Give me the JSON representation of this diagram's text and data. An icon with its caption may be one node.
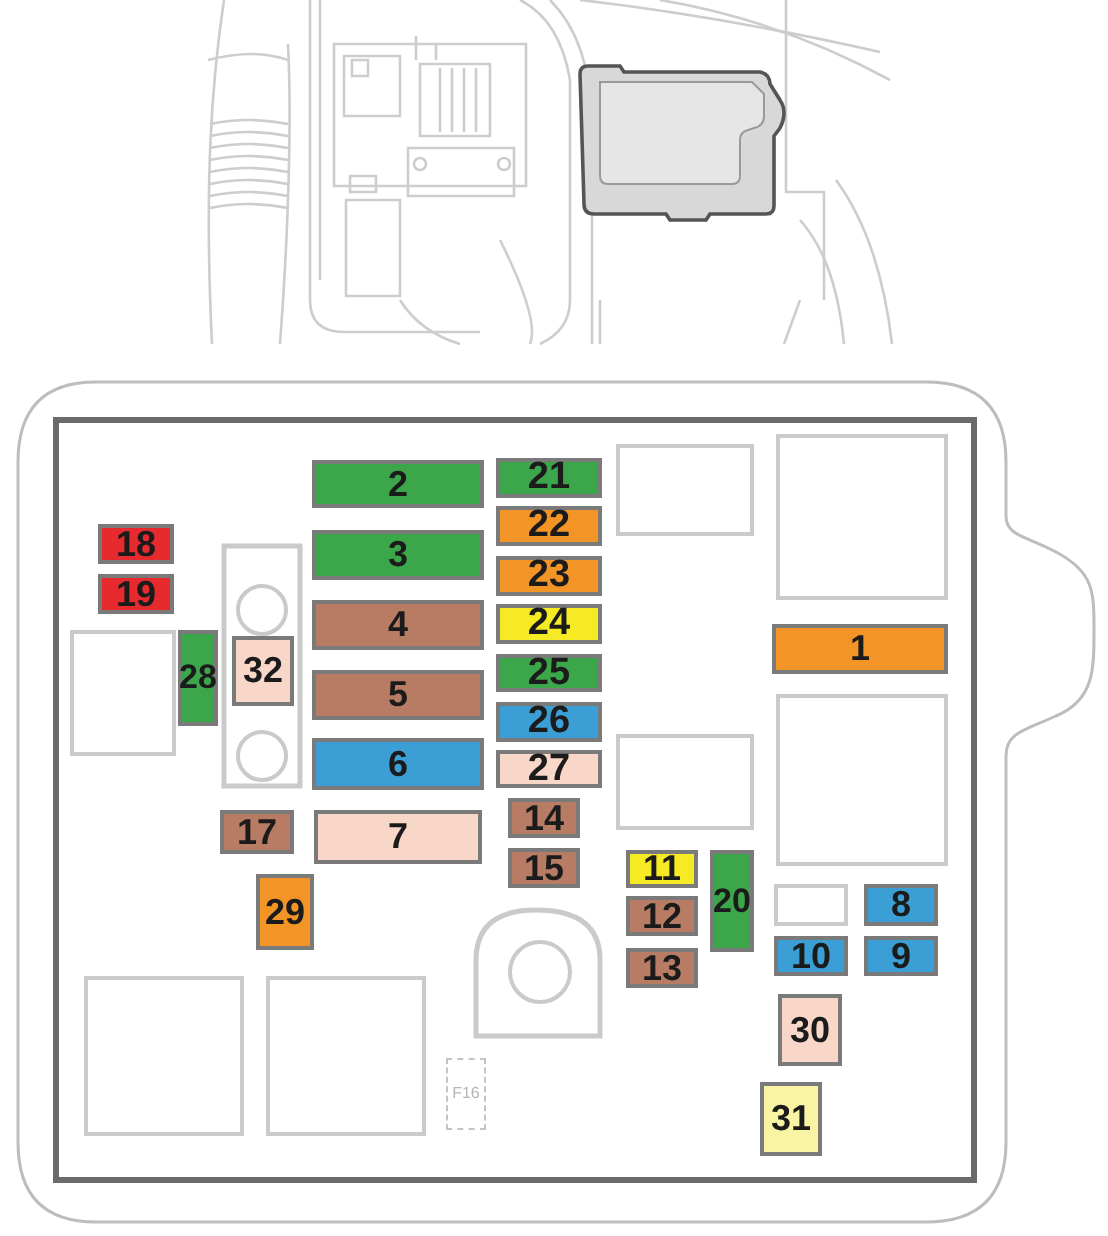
{
  "diagram": {
    "nodes": [
      {
        "text": [],
        "shape": "box"
      },
      {
        "text": [
          "1"
        ],
        "in": 0
      },
      {
        "text": [
          "2"
        ],
        "in": 0
      },
      {
        "text": [
          "3"
        ],
        "in": 0
      },
      {
        "text": [
          "4"
        ],
        "in": 0
      },
      {
        "text": [
          "5"
        ],
        "in": 0
      },
      {
        "text": [
          "6"
        ],
        "in": 0
      },
      {
        "text": [
          "7"
        ],
        "in": 0
      },
      {
        "text": [
          "8"
        ],
        "in": 0
      },
      {
        "text": [
          "9"
        ],
        "in": 0
      },
      {
        "text": [
          "10"
        ],
        "in": 0
      },
      {
        "text": [
          "11"
        ],
        "in": 0
      },
      {
        "text": [
          "12"
        ],
        "in": 0
      },
      {
        "text": [
          "13"
        ],
        "in": 0
      },
      {
        "text": [
          "14"
        ],
        "in": 0
      },
      {
        "text": [
          "15"
        ],
        "in": 0
      },
      {
        "text": [
          "F16"
        ],
        "in": 0
      },
      {
        "text": [
          "17"
        ],
        "in": 0
      },
      {
        "text": [
          "18"
        ],
        "in": 0
      },
      {
        "text": [
          "19"
        ],
        "in": 0
      },
      {
        "text": [
          "20"
        ],
        "in": 0
      },
      {
        "text": [
          "21"
        ],
        "in": 0
      },
      {
        "text": [
          "22"
        ],
        "in": 0
      },
      {
        "text": [
          "23"
        ],
        "in": 0
      },
      {
        "text": [
          "24"
        ],
        "in": 0
      },
      {
        "text": [
          "25"
        ],
        "in": 0
      },
      {
        "text": [
          "26"
        ],
        "in": 0
      },
      {
        "text": [
          "27"
        ],
        "in": 0
      },
      {
        "text": [
          "28"
        ],
        "in": 0
      },
      {
        "text": [
          "29"
        ],
        "in": 0
      },
      {
        "text": [
          "30"
        ],
        "in": 0
      },
      {
        "text": [
          "31"
        ],
        "in": 0
      },
      {
        "text": [
          "32"
        ],
        "in": 0
      },
      {
        "text": [],
        "shape": "box",
        "in": 0
      },
      {
        "text": [],
        "shape": "box",
        "in": 0
      },
      {
        "text": [],
        "shape": "box",
        "in": 0
      },
      {
        "text": [],
        "shape": "box",
        "in": 0
      },
      {
        "text": [],
        "shape": "box",
        "in": 0
      },
      {
        "text": [],
        "shape": "box",
        "in": 0
      },
      {
        "text": [],
        "shape": "box",
        "in": 0
      },
      {
        "text": [],
        "shape": "box",
        "in": 0
      }
    ]
  }
}
